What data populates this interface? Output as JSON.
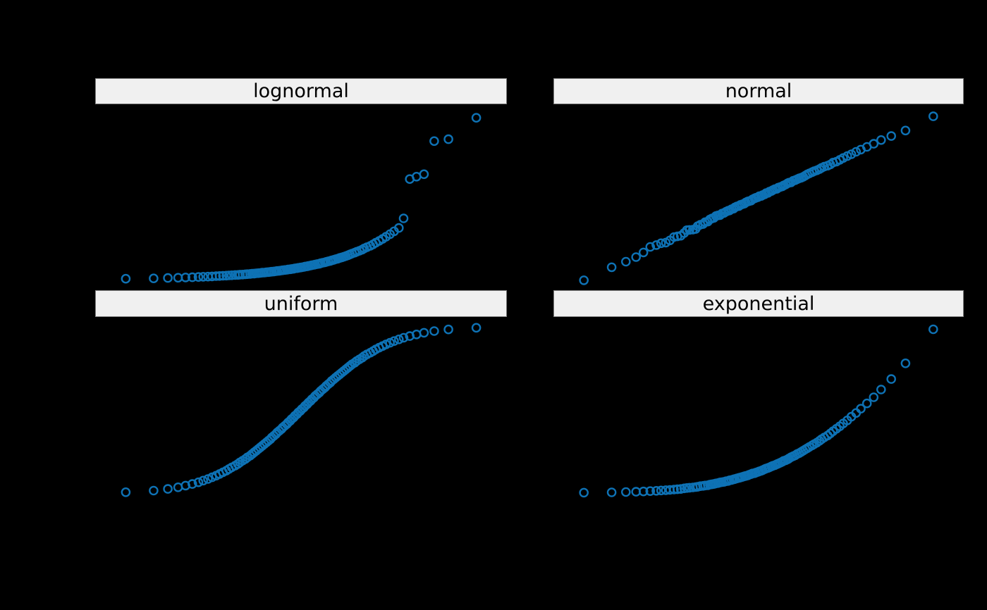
{
  "figure": {
    "background": "#000000",
    "strip_fill": "#f0f0f0",
    "strip_border": "#808080",
    "strip_text_color": "#000000"
  },
  "marker": {
    "shape": "open-circle",
    "color": "#0e72b5",
    "radius": 5.6,
    "stroke_width": 2.4
  },
  "chart_data": [
    {
      "type": "scatter",
      "title": "lognormal",
      "xlabel": "",
      "ylabel": "",
      "legend": "none",
      "grid": false,
      "axes_visible": false,
      "xlim": [
        -3.03,
        3.03
      ],
      "ylim": [
        -0.8,
        14.3
      ],
      "x": [
        -2.58,
        -2.17,
        -1.96,
        -1.81,
        -1.7,
        -1.6,
        -1.51,
        -1.44,
        -1.37,
        -1.31,
        -1.25,
        -1.2,
        -1.15,
        -1.1,
        -1.06,
        -1.02,
        -0.97,
        -0.93,
        -0.9,
        -0.86,
        -0.82,
        -0.79,
        -0.75,
        -0.72,
        -0.69,
        -0.66,
        -0.63,
        -0.6,
        -0.57,
        -0.54,
        -0.51,
        -0.48,
        -0.45,
        -0.43,
        -0.4,
        -0.37,
        -0.35,
        -0.32,
        -0.29,
        -0.27,
        -0.24,
        -0.21,
        -0.19,
        -0.16,
        -0.14,
        -0.11,
        -0.09,
        -0.06,
        -0.04,
        -0.01,
        0.01,
        0.04,
        0.06,
        0.09,
        0.11,
        0.14,
        0.16,
        0.19,
        0.21,
        0.24,
        0.27,
        0.29,
        0.32,
        0.35,
        0.37,
        0.4,
        0.43,
        0.45,
        0.48,
        0.51,
        0.54,
        0.57,
        0.6,
        0.63,
        0.66,
        0.69,
        0.72,
        0.75,
        0.79,
        0.82,
        0.86,
        0.9,
        0.93,
        0.97,
        1.02,
        1.06,
        1.1,
        1.15,
        1.2,
        1.25,
        1.31,
        1.37,
        1.44,
        1.51,
        1.6,
        1.7,
        1.81,
        1.96,
        2.17,
        2.58
      ],
      "y": [
        0.08,
        0.11,
        0.14,
        0.16,
        0.18,
        0.2,
        0.22,
        0.24,
        0.25,
        0.27,
        0.29,
        0.3,
        0.32,
        0.33,
        0.35,
        0.36,
        0.38,
        0.39,
        0.41,
        0.42,
        0.44,
        0.45,
        0.47,
        0.49,
        0.5,
        0.52,
        0.53,
        0.55,
        0.57,
        0.58,
        0.6,
        0.62,
        0.64,
        0.65,
        0.67,
        0.69,
        0.71,
        0.73,
        0.75,
        0.77,
        0.79,
        0.81,
        0.83,
        0.85,
        0.87,
        0.89,
        0.92,
        0.94,
        0.96,
        0.99,
        1.01,
        1.04,
        1.07,
        1.09,
        1.12,
        1.15,
        1.18,
        1.21,
        1.24,
        1.27,
        1.3,
        1.34,
        1.38,
        1.41,
        1.45,
        1.49,
        1.53,
        1.57,
        1.62,
        1.67,
        1.71,
        1.77,
        1.82,
        1.87,
        1.93,
        1.99,
        2.06,
        2.13,
        2.2,
        2.28,
        2.36,
        2.45,
        2.55,
        2.65,
        2.76,
        2.88,
        3.01,
        3.16,
        3.32,
        3.5,
        3.71,
        3.94,
        4.22,
        5.0,
        8.2,
        8.4,
        8.6,
        11.3,
        11.45,
        13.2
      ]
    },
    {
      "type": "scatter",
      "title": "normal",
      "xlabel": "",
      "ylabel": "",
      "legend": "none",
      "grid": false,
      "axes_visible": false,
      "xlim": [
        -3.03,
        3.03
      ],
      "ylim": [
        -3.0,
        3.0
      ],
      "x": [
        -2.58,
        -2.17,
        -1.96,
        -1.81,
        -1.7,
        -1.6,
        -1.51,
        -1.44,
        -1.37,
        -1.31,
        -1.25,
        -1.2,
        -1.15,
        -1.1,
        -1.06,
        -1.02,
        -0.97,
        -0.93,
        -0.9,
        -0.86,
        -0.82,
        -0.79,
        -0.75,
        -0.72,
        -0.69,
        -0.66,
        -0.63,
        -0.6,
        -0.57,
        -0.54,
        -0.51,
        -0.48,
        -0.45,
        -0.43,
        -0.4,
        -0.37,
        -0.35,
        -0.32,
        -0.29,
        -0.27,
        -0.24,
        -0.21,
        -0.19,
        -0.16,
        -0.14,
        -0.11,
        -0.09,
        -0.06,
        -0.04,
        -0.01,
        0.01,
        0.04,
        0.06,
        0.09,
        0.11,
        0.14,
        0.16,
        0.19,
        0.21,
        0.24,
        0.27,
        0.29,
        0.32,
        0.35,
        0.37,
        0.4,
        0.43,
        0.45,
        0.48,
        0.51,
        0.54,
        0.57,
        0.6,
        0.63,
        0.66,
        0.69,
        0.72,
        0.75,
        0.79,
        0.82,
        0.86,
        0.9,
        0.93,
        0.97,
        1.02,
        1.06,
        1.1,
        1.15,
        1.2,
        1.25,
        1.31,
        1.37,
        1.44,
        1.51,
        1.6,
        1.7,
        1.81,
        1.96,
        2.17,
        2.58
      ],
      "y": [
        -2.7,
        -2.28,
        -2.1,
        -1.95,
        -1.8,
        -1.62,
        -1.56,
        -1.5,
        -1.48,
        -1.41,
        -1.3,
        -1.28,
        -1.26,
        -1.17,
        -1.08,
        -1.07,
        -1.06,
        -1.04,
        -0.95,
        -0.9,
        -0.88,
        -0.82,
        -0.8,
        -0.73,
        -0.7,
        -0.68,
        -0.62,
        -0.6,
        -0.59,
        -0.54,
        -0.52,
        -0.48,
        -0.45,
        -0.44,
        -0.4,
        -0.38,
        -0.34,
        -0.31,
        -0.3,
        -0.26,
        -0.24,
        -0.22,
        -0.18,
        -0.15,
        -0.14,
        -0.12,
        -0.08,
        -0.05,
        -0.03,
        -0.01,
        0.02,
        0.03,
        0.06,
        0.08,
        0.12,
        0.13,
        0.17,
        0.19,
        0.22,
        0.25,
        0.26,
        0.3,
        0.32,
        0.34,
        0.37,
        0.4,
        0.44,
        0.46,
        0.47,
        0.52,
        0.54,
        0.57,
        0.6,
        0.62,
        0.65,
        0.69,
        0.73,
        0.76,
        0.8,
        0.83,
        0.86,
        0.9,
        0.94,
        0.98,
        1.01,
        1.05,
        1.11,
        1.14,
        1.2,
        1.26,
        1.32,
        1.38,
        1.46,
        1.53,
        1.62,
        1.72,
        1.84,
        1.97,
        2.15,
        2.61
      ]
    },
    {
      "type": "scatter",
      "title": "uniform",
      "xlabel": "",
      "ylabel": "",
      "legend": "none",
      "grid": false,
      "axes_visible": false,
      "xlim": [
        -3.03,
        3.03
      ],
      "ylim": [
        -0.055,
        1.06
      ],
      "x": [
        -2.58,
        -2.17,
        -1.96,
        -1.81,
        -1.7,
        -1.6,
        -1.51,
        -1.44,
        -1.37,
        -1.31,
        -1.25,
        -1.2,
        -1.15,
        -1.1,
        -1.06,
        -1.02,
        -0.97,
        -0.93,
        -0.9,
        -0.86,
        -0.82,
        -0.79,
        -0.75,
        -0.72,
        -0.69,
        -0.66,
        -0.63,
        -0.6,
        -0.57,
        -0.54,
        -0.51,
        -0.48,
        -0.45,
        -0.43,
        -0.4,
        -0.37,
        -0.35,
        -0.32,
        -0.29,
        -0.27,
        -0.24,
        -0.21,
        -0.19,
        -0.16,
        -0.14,
        -0.11,
        -0.09,
        -0.06,
        -0.04,
        -0.01,
        0.01,
        0.04,
        0.06,
        0.09,
        0.11,
        0.14,
        0.16,
        0.19,
        0.21,
        0.24,
        0.27,
        0.29,
        0.32,
        0.35,
        0.37,
        0.4,
        0.43,
        0.45,
        0.48,
        0.51,
        0.54,
        0.57,
        0.6,
        0.63,
        0.66,
        0.69,
        0.72,
        0.75,
        0.79,
        0.82,
        0.86,
        0.9,
        0.93,
        0.97,
        1.02,
        1.06,
        1.1,
        1.15,
        1.2,
        1.25,
        1.31,
        1.37,
        1.44,
        1.51,
        1.6,
        1.7,
        1.81,
        1.96,
        2.17,
        2.58
      ],
      "y": [
        0.005,
        0.015,
        0.025,
        0.035,
        0.045,
        0.055,
        0.065,
        0.075,
        0.085,
        0.095,
        0.105,
        0.115,
        0.125,
        0.135,
        0.145,
        0.155,
        0.165,
        0.175,
        0.185,
        0.195,
        0.205,
        0.215,
        0.225,
        0.235,
        0.245,
        0.255,
        0.265,
        0.275,
        0.285,
        0.295,
        0.305,
        0.315,
        0.325,
        0.335,
        0.345,
        0.355,
        0.365,
        0.375,
        0.385,
        0.395,
        0.405,
        0.415,
        0.425,
        0.435,
        0.445,
        0.455,
        0.465,
        0.475,
        0.485,
        0.495,
        0.505,
        0.515,
        0.525,
        0.535,
        0.545,
        0.555,
        0.565,
        0.575,
        0.585,
        0.595,
        0.605,
        0.615,
        0.625,
        0.635,
        0.645,
        0.655,
        0.665,
        0.675,
        0.685,
        0.695,
        0.705,
        0.715,
        0.725,
        0.735,
        0.745,
        0.755,
        0.765,
        0.775,
        0.785,
        0.795,
        0.805,
        0.815,
        0.825,
        0.835,
        0.845,
        0.855,
        0.865,
        0.875,
        0.885,
        0.895,
        0.905,
        0.915,
        0.925,
        0.935,
        0.945,
        0.955,
        0.965,
        0.975,
        0.985,
        0.995
      ]
    },
    {
      "type": "scatter",
      "title": "exponential",
      "xlabel": "",
      "ylabel": "",
      "legend": "none",
      "grid": false,
      "axes_visible": false,
      "xlim": [
        -3.03,
        3.03
      ],
      "ylim": [
        -0.3,
        5.7
      ],
      "x": [
        -2.58,
        -2.17,
        -1.96,
        -1.81,
        -1.7,
        -1.6,
        -1.51,
        -1.44,
        -1.37,
        -1.31,
        -1.25,
        -1.2,
        -1.15,
        -1.1,
        -1.06,
        -1.02,
        -0.97,
        -0.93,
        -0.9,
        -0.86,
        -0.82,
        -0.79,
        -0.75,
        -0.72,
        -0.69,
        -0.66,
        -0.63,
        -0.6,
        -0.57,
        -0.54,
        -0.51,
        -0.48,
        -0.45,
        -0.43,
        -0.4,
        -0.37,
        -0.35,
        -0.32,
        -0.29,
        -0.27,
        -0.24,
        -0.21,
        -0.19,
        -0.16,
        -0.14,
        -0.11,
        -0.09,
        -0.06,
        -0.04,
        -0.01,
        0.01,
        0.04,
        0.06,
        0.09,
        0.11,
        0.14,
        0.16,
        0.19,
        0.21,
        0.24,
        0.27,
        0.29,
        0.32,
        0.35,
        0.37,
        0.4,
        0.43,
        0.45,
        0.48,
        0.51,
        0.54,
        0.57,
        0.6,
        0.63,
        0.66,
        0.69,
        0.72,
        0.75,
        0.79,
        0.82,
        0.86,
        0.9,
        0.93,
        0.97,
        1.02,
        1.06,
        1.1,
        1.15,
        1.2,
        1.25,
        1.31,
        1.37,
        1.44,
        1.51,
        1.6,
        1.7,
        1.81,
        1.96,
        2.17,
        2.58
      ],
      "y": [
        0.01,
        0.02,
        0.03,
        0.04,
        0.05,
        0.06,
        0.07,
        0.08,
        0.09,
        0.1,
        0.11,
        0.12,
        0.13,
        0.15,
        0.16,
        0.17,
        0.18,
        0.19,
        0.2,
        0.22,
        0.23,
        0.24,
        0.25,
        0.27,
        0.28,
        0.29,
        0.31,
        0.32,
        0.34,
        0.35,
        0.36,
        0.38,
        0.39,
        0.41,
        0.42,
        0.44,
        0.45,
        0.47,
        0.49,
        0.5,
        0.52,
        0.54,
        0.55,
        0.57,
        0.59,
        0.61,
        0.63,
        0.64,
        0.66,
        0.68,
        0.7,
        0.72,
        0.74,
        0.77,
        0.79,
        0.81,
        0.83,
        0.86,
        0.88,
        0.9,
        0.93,
        0.95,
        0.98,
        1.01,
        1.04,
        1.06,
        1.09,
        1.12,
        1.16,
        1.19,
        1.22,
        1.26,
        1.29,
        1.33,
        1.37,
        1.41,
        1.45,
        1.49,
        1.54,
        1.58,
        1.63,
        1.69,
        1.74,
        1.8,
        1.86,
        1.93,
        2.0,
        2.08,
        2.16,
        2.25,
        2.35,
        2.47,
        2.59,
        2.73,
        2.9,
        3.1,
        3.35,
        3.69,
        4.2,
        5.3
      ]
    }
  ]
}
